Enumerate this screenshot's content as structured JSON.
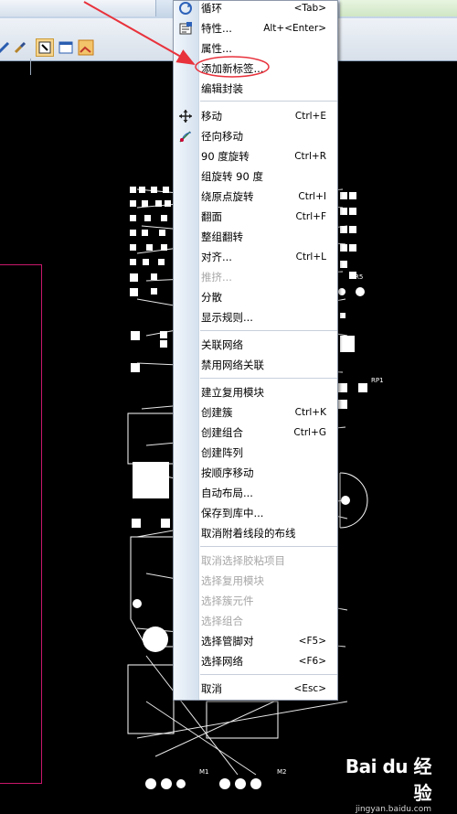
{
  "menu": {
    "items": [
      {
        "label": "循环",
        "accel": "<Tab>",
        "icon": "cycle-icon"
      },
      {
        "label": "特性...",
        "accel": "Alt+<Enter>",
        "icon": "properties-icon"
      },
      {
        "label": "属性...",
        "accel": ""
      },
      {
        "label": "添加新标签...",
        "accel": ""
      },
      {
        "label": "编辑封装",
        "accel": ""
      },
      {
        "label": "移动",
        "accel": "Ctrl+E",
        "icon": "move-icon"
      },
      {
        "label": "径向移动",
        "accel": "",
        "icon": "radial-move-icon"
      },
      {
        "label": "90 度旋转",
        "accel": "Ctrl+R"
      },
      {
        "label": "组旋转 90 度",
        "accel": ""
      },
      {
        "label": "绕原点旋转",
        "accel": "Ctrl+I"
      },
      {
        "label": "翻面",
        "accel": "Ctrl+F"
      },
      {
        "label": "整组翻转",
        "accel": ""
      },
      {
        "label": "对齐...",
        "accel": "Ctrl+L"
      },
      {
        "label": "推挤...",
        "accel": "",
        "disabled": true
      },
      {
        "label": "分散",
        "accel": ""
      },
      {
        "label": "显示规则...",
        "accel": ""
      },
      {
        "label": "关联网络",
        "accel": ""
      },
      {
        "label": "禁用网络关联",
        "accel": ""
      },
      {
        "label": "建立复用模块",
        "accel": ""
      },
      {
        "label": "创建簇",
        "accel": "Ctrl+K"
      },
      {
        "label": "创建组合",
        "accel": "Ctrl+G"
      },
      {
        "label": "创建阵列",
        "accel": ""
      },
      {
        "label": "按顺序移动",
        "accel": ""
      },
      {
        "label": "自动布局...",
        "accel": ""
      },
      {
        "label": "保存到库中...",
        "accel": ""
      },
      {
        "label": "取消附着线段的布线",
        "accel": ""
      },
      {
        "label": "取消选择胶粘项目",
        "accel": "",
        "disabled": true
      },
      {
        "label": "选择复用模块",
        "accel": "",
        "disabled": true
      },
      {
        "label": "选择簇元件",
        "accel": "",
        "disabled": true
      },
      {
        "label": "选择组合",
        "accel": "",
        "disabled": true
      },
      {
        "label": "选择管脚对",
        "accel": "<F5>"
      },
      {
        "label": "选择网络",
        "accel": "<F6>"
      },
      {
        "label": "取消",
        "accel": "<Esc>"
      }
    ]
  },
  "pcb": {
    "labels": [
      "RP1",
      "R5",
      "M1",
      "M2"
    ]
  },
  "colors": {
    "annotation": "#e8323c",
    "board_outline": "#c8176b"
  },
  "watermark": {
    "brand": "Bai du 经验",
    "url": "jingyan.baidu.com"
  }
}
